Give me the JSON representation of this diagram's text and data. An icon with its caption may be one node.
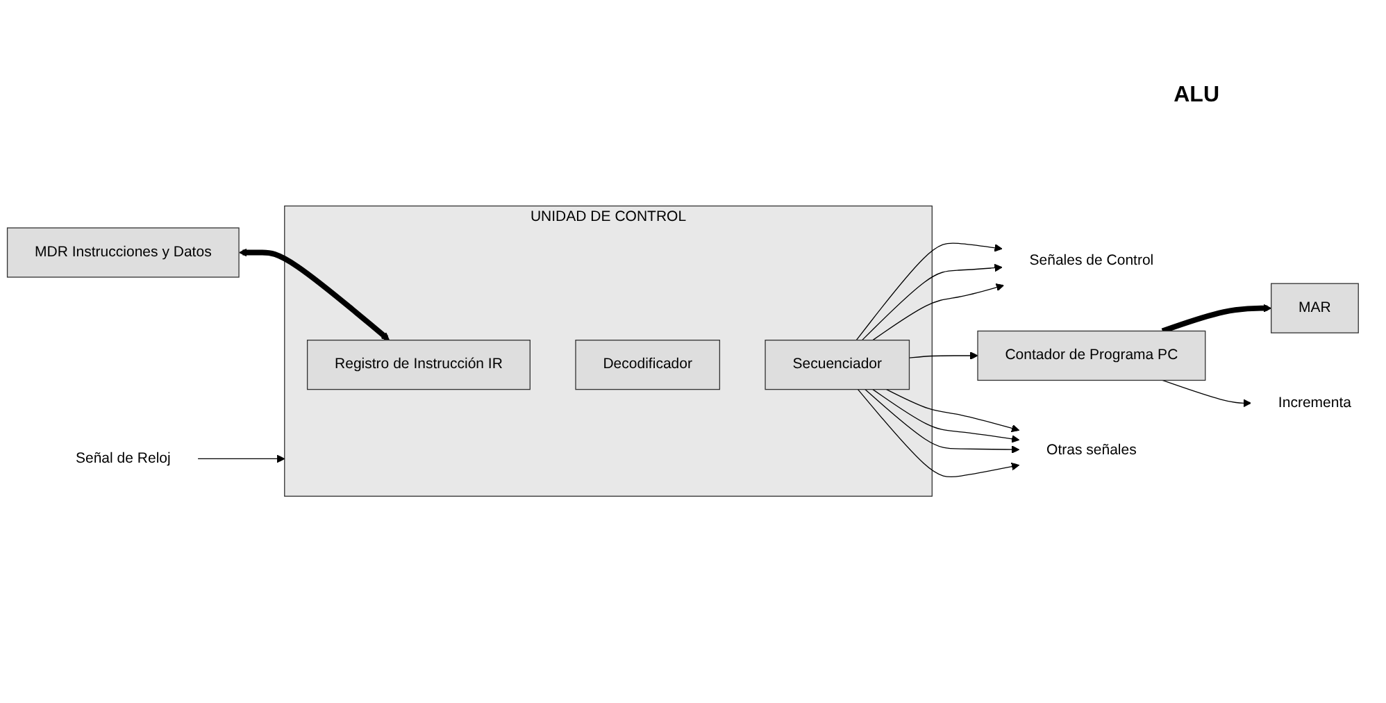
{
  "diagram": {
    "nodes": [
      {
        "text": [
          "Señal de Reloj"
        ]
      },
      {
        "text": [
          "UNIDAD DE CONTROL"
        ]
      },
      {
        "text": [
          "Registro de Instrucción IR"
        ],
        "in": 1
      },
      {
        "text": [
          "Decodificador"
        ],
        "in": 1
      },
      {
        "text": [
          "Secuenciador"
        ],
        "in": 1
      },
      {
        "text": [
          "MDR Instrucciones y Datos"
        ]
      },
      {
        "text": [
          "Señales de Control"
        ]
      },
      {
        "text": [
          "Contador de Programa PC"
        ]
      },
      {
        "text": [
          "MAR"
        ]
      },
      {
        "text": [
          "Otras señales"
        ]
      },
      {
        "text": [
          "Incrementa"
        ]
      }
    ],
    "edges": [
      {
        "from": 0,
        "to": 1,
        "arrow": "to"
      },
      {
        "from": 5,
        "to": 2,
        "arrow": "both",
        "style": "thick"
      },
      {
        "from": 4,
        "to": 6,
        "arrow": "to"
      },
      {
        "from": 4,
        "to": 6,
        "arrow": "to"
      },
      {
        "from": 4,
        "to": 6,
        "arrow": "to"
      },
      {
        "from": 4,
        "to": 7,
        "arrow": "to"
      },
      {
        "from": 4,
        "to": 9,
        "arrow": "to"
      },
      {
        "from": 4,
        "to": 9,
        "arrow": "to"
      },
      {
        "from": 4,
        "to": 9,
        "arrow": "to"
      },
      {
        "from": 4,
        "to": 9,
        "arrow": "to"
      },
      {
        "from": 7,
        "to": 8,
        "arrow": "to",
        "style": "thick"
      },
      {
        "from": 7,
        "to": 10,
        "arrow": "to"
      }
    ],
    "labels": [
      "ALU"
    ]
  }
}
